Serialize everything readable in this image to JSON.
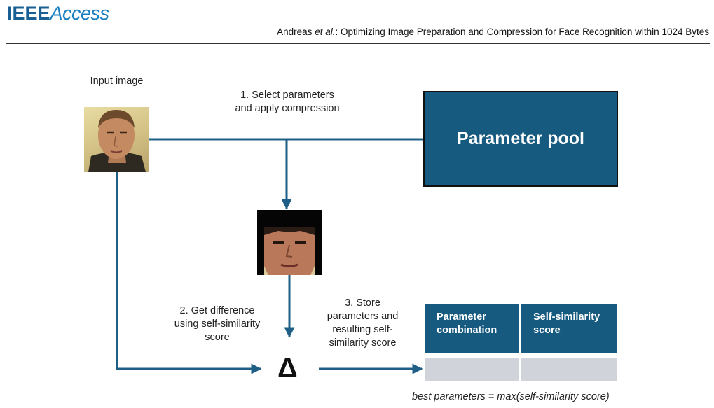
{
  "header": {
    "logo_ieee": "IEEE",
    "logo_access": "Access",
    "running_head_author": "Andreas ",
    "running_head_etal": "et al.",
    "running_head_title": ": Optimizing Image Preparation and Compression for Face Recognition within 1024 Bytes"
  },
  "diagram": {
    "input_label": "Input image",
    "step1_label": "1. Select parameters and apply compression",
    "parameter_pool": "Parameter pool",
    "step2_label": "2. Get difference using self-similarity score",
    "step3_label": "3. Store parameters and resulting self-similarity score",
    "delta_symbol": "Δ",
    "table_headers": [
      "Parameter combination",
      "Self-similarity score"
    ],
    "formula": "best parameters = max(self-similarity score)"
  },
  "colors": {
    "accent": "#175a80",
    "arrow": "#1f5f86",
    "table_row": "#d0d3d9",
    "logo_blue": "#1a5f94"
  }
}
